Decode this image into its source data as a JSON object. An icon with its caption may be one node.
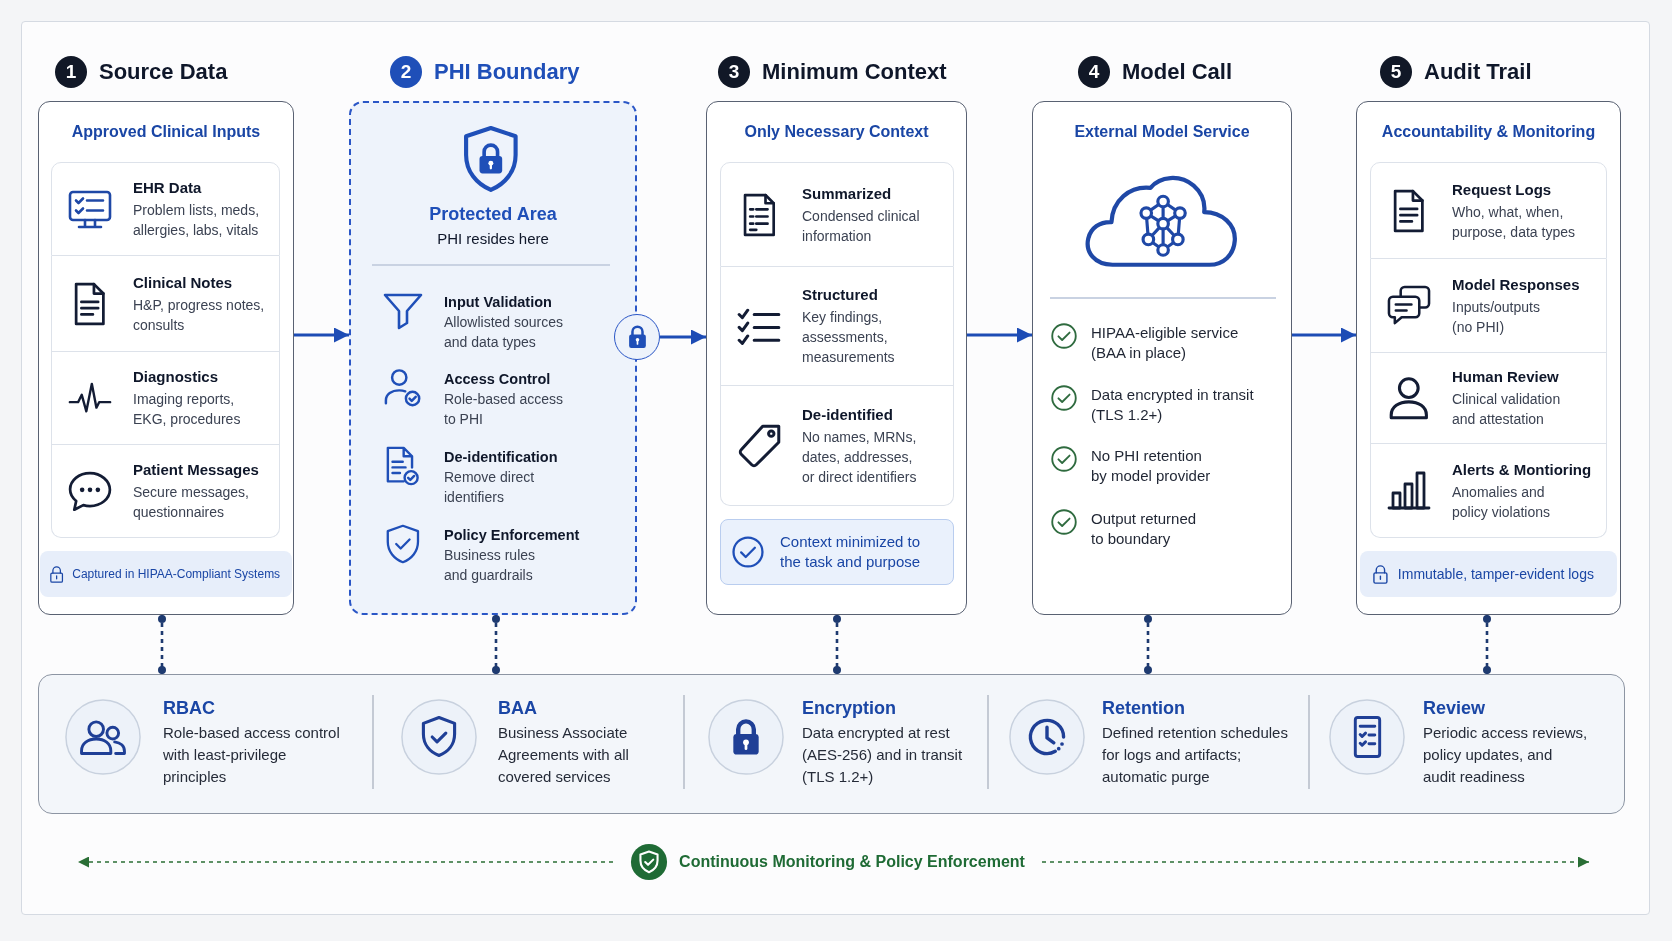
{
  "diagram": {
    "nodes": [
      {
        "text": [
          "1",
          "Source Data",
          "Approved Clinical Inputs"
        ]
      },
      {
        "text": [
          "EHR Data",
          "Problem lists, meds, allergies, labs, vitals"
        ],
        "in": 0
      },
      {
        "text": [
          "Clinical Notes",
          "H&P, progress notes, consults"
        ],
        "in": 0
      },
      {
        "text": [
          "Diagnostics",
          "Imaging reports, EKG, procedures"
        ],
        "in": 0
      },
      {
        "text": [
          "Patient Messages",
          "Secure messages, questionnaires"
        ],
        "in": 0
      },
      {
        "text": [
          "Captured in HIPAA-Compliant Systems"
        ],
        "in": 0
      },
      {
        "text": [
          "2",
          "PHI Boundary",
          "Protected Area",
          "PHI resides here",
          "Input Validation",
          "Allowlisted sources and data types",
          "Access Control",
          "Role-based access to PHI",
          "De-identification",
          "Remove direct identifiers",
          "Policy Enforcement",
          "Business rules and guardrails"
        ]
      },
      {
        "text": [],
        "shape": "circle"
      },
      {
        "text": [
          "3",
          "Minimum Context",
          "Only Necessary Context"
        ]
      },
      {
        "text": [
          "Summarized",
          "Condensed clinical information"
        ],
        "in": 8
      },
      {
        "text": [
          "Structured",
          "Key findings, assessments, measurements"
        ],
        "in": 8
      },
      {
        "text": [
          "De-identified",
          "No names, MRNs, dates, addresses, or direct identifiers"
        ],
        "in": 8
      },
      {
        "text": [
          "Context minimized to the task and purpose"
        ],
        "in": 8
      },
      {
        "text": [
          "4",
          "Model Call",
          "External Model Service",
          "HIPAA-eligible service (BAA in place)",
          "Data encrypted in transit (TLS 1.2+)",
          "No PHI retention by model provider",
          "Output returned to boundary"
        ]
      },
      {
        "text": [
          "5",
          "Audit Trail",
          "Accountability & Monitoring"
        ]
      },
      {
        "text": [
          "Request Logs",
          "Who, what, when, purpose, data types"
        ],
        "in": 14
      },
      {
        "text": [
          "Model Responses",
          "Inputs/outputs (no PHI)"
        ],
        "in": 14
      },
      {
        "text": [
          "Human Review",
          "Clinical validation and attestation"
        ],
        "in": 14
      },
      {
        "text": [
          "Alerts & Montioring",
          "Anomalies and policy violations"
        ],
        "in": 14
      },
      {
        "text": [
          "Immutable, tamper-evident logs"
        ],
        "in": 14
      },
      {
        "text": [
          "RBAC",
          "Role-based access control with least-privilege principles",
          "BAA",
          "Business Associate Agreements with all covered services",
          "Encryption",
          "Data encrypted at rest (AES-256) and in transit (TLS 1.2+)",
          "Retention",
          "Defined retention schedules for logs and artifacts; automatic purge",
          "Review",
          "Periodic access reviews, policy updates, and audit readiness"
        ]
      },
      {
        "text": [
          "Continuous Monitoring & Policy Enforcement"
        ]
      }
    ],
    "edges": [
      {
        "from": 0,
        "to": 6,
        "arrow": "to",
        "color": "#1d4cb5"
      },
      {
        "from": 7,
        "to": 8,
        "arrow": "to",
        "color": "#1d4cb5"
      },
      {
        "from": 8,
        "to": 13,
        "arrow": "to",
        "color": "#1d4cb5"
      },
      {
        "from": 13,
        "to": 14,
        "arrow": "to",
        "color": "#1d4cb5"
      },
      {
        "from": 0,
        "to": 20,
        "arrow": "other",
        "style": "dashed"
      },
      {
        "from": 6,
        "to": 20,
        "arrow": "other",
        "style": "dashed"
      },
      {
        "from": 8,
        "to": 20,
        "arrow": "other",
        "style": "dashed"
      },
      {
        "from": 13,
        "to": 20,
        "arrow": "other",
        "style": "dashed"
      },
      {
        "from": 14,
        "to": 20,
        "arrow": "other",
        "style": "dashed"
      },
      {
        "from": 21,
        "to": null,
        "arrow": "to",
        "style": "dashed",
        "color": "#2a6e35"
      },
      {
        "from": 21,
        "to": null,
        "arrow": "to",
        "style": "dashed",
        "color": "#2a6e35"
      }
    ]
  }
}
